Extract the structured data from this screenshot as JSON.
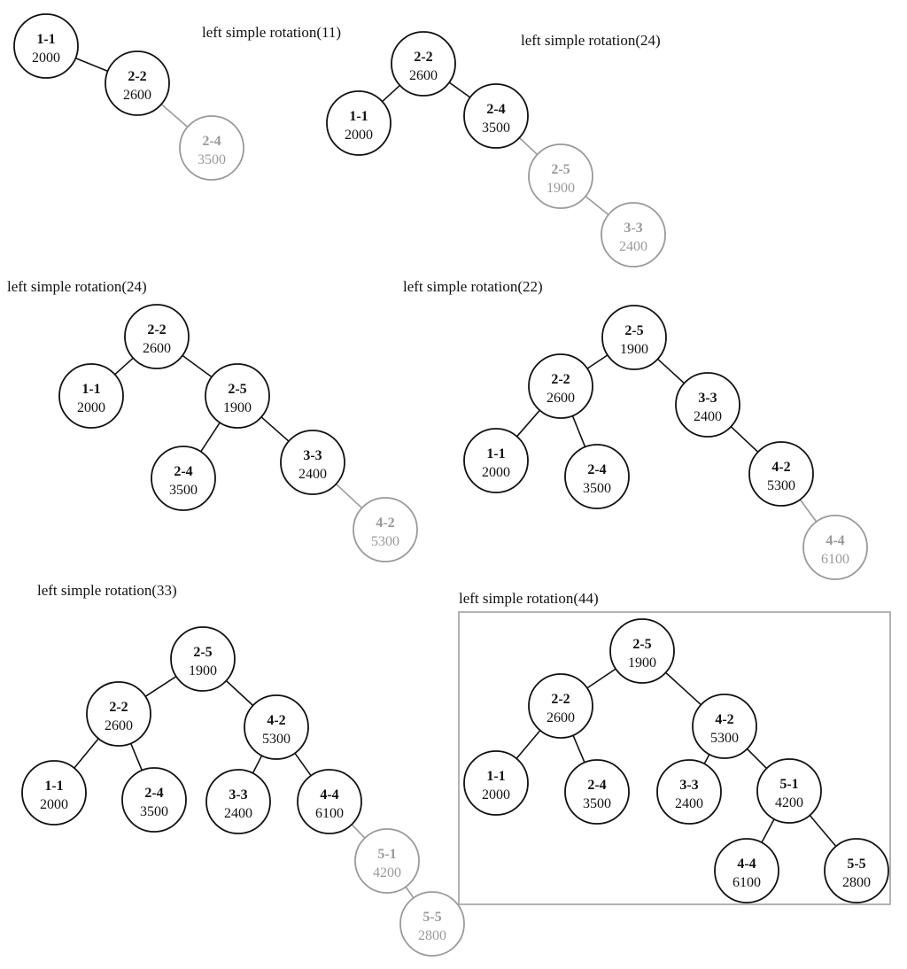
{
  "colors": {
    "active": "#111111",
    "pending": "#9a9a9a",
    "frame": "#9a9a9a"
  },
  "panels": [
    {
      "caption": "left simple rotation(11)",
      "nodes": [
        {
          "key": "n11",
          "id": "1-1",
          "value": "2000",
          "state": "active"
        },
        {
          "key": "n22",
          "id": "2-2",
          "value": "2600",
          "state": "active"
        },
        {
          "key": "n24",
          "id": "2-4",
          "value": "3500",
          "state": "pending"
        }
      ],
      "edges": [
        {
          "from": "n11",
          "to": "n22",
          "state": "active"
        },
        {
          "from": "n22",
          "to": "n24",
          "state": "pending"
        }
      ]
    },
    {
      "caption": "left simple rotation(24)",
      "nodes": [
        {
          "key": "n22",
          "id": "2-2",
          "value": "2600",
          "state": "active"
        },
        {
          "key": "n11",
          "id": "1-1",
          "value": "2000",
          "state": "active"
        },
        {
          "key": "n24",
          "id": "2-4",
          "value": "3500",
          "state": "active"
        },
        {
          "key": "n25",
          "id": "2-5",
          "value": "1900",
          "state": "pending"
        },
        {
          "key": "n33",
          "id": "3-3",
          "value": "2400",
          "state": "pending"
        }
      ],
      "edges": [
        {
          "from": "n22",
          "to": "n11",
          "state": "active"
        },
        {
          "from": "n22",
          "to": "n24",
          "state": "active"
        },
        {
          "from": "n24",
          "to": "n25",
          "state": "pending"
        },
        {
          "from": "n25",
          "to": "n33",
          "state": "pending"
        }
      ]
    },
    {
      "caption": "left simple rotation(24)",
      "nodes": [
        {
          "key": "n22",
          "id": "2-2",
          "value": "2600",
          "state": "active"
        },
        {
          "key": "n11",
          "id": "1-1",
          "value": "2000",
          "state": "active"
        },
        {
          "key": "n25",
          "id": "2-5",
          "value": "1900",
          "state": "active"
        },
        {
          "key": "n24",
          "id": "2-4",
          "value": "3500",
          "state": "active"
        },
        {
          "key": "n33",
          "id": "3-3",
          "value": "2400",
          "state": "active"
        },
        {
          "key": "n42",
          "id": "4-2",
          "value": "5300",
          "state": "pending"
        }
      ],
      "edges": [
        {
          "from": "n22",
          "to": "n11",
          "state": "active"
        },
        {
          "from": "n22",
          "to": "n25",
          "state": "active"
        },
        {
          "from": "n25",
          "to": "n24",
          "state": "active"
        },
        {
          "from": "n25",
          "to": "n33",
          "state": "active"
        },
        {
          "from": "n33",
          "to": "n42",
          "state": "pending"
        }
      ]
    },
    {
      "caption": "left simple rotation(22)",
      "nodes": [
        {
          "key": "n25",
          "id": "2-5",
          "value": "1900",
          "state": "active"
        },
        {
          "key": "n22",
          "id": "2-2",
          "value": "2600",
          "state": "active"
        },
        {
          "key": "n33",
          "id": "3-3",
          "value": "2400",
          "state": "active"
        },
        {
          "key": "n11",
          "id": "1-1",
          "value": "2000",
          "state": "active"
        },
        {
          "key": "n24",
          "id": "2-4",
          "value": "3500",
          "state": "active"
        },
        {
          "key": "n42",
          "id": "4-2",
          "value": "5300",
          "state": "active"
        },
        {
          "key": "n44",
          "id": "4-4",
          "value": "6100",
          "state": "pending"
        }
      ],
      "edges": [
        {
          "from": "n25",
          "to": "n22",
          "state": "active"
        },
        {
          "from": "n25",
          "to": "n33",
          "state": "active"
        },
        {
          "from": "n22",
          "to": "n11",
          "state": "active"
        },
        {
          "from": "n22",
          "to": "n24",
          "state": "active"
        },
        {
          "from": "n33",
          "to": "n42",
          "state": "active"
        },
        {
          "from": "n42",
          "to": "n44",
          "state": "pending"
        }
      ]
    },
    {
      "caption": "left simple rotation(33)",
      "nodes": [
        {
          "key": "n25",
          "id": "2-5",
          "value": "1900",
          "state": "active"
        },
        {
          "key": "n22",
          "id": "2-2",
          "value": "2600",
          "state": "active"
        },
        {
          "key": "n42",
          "id": "4-2",
          "value": "5300",
          "state": "active"
        },
        {
          "key": "n11",
          "id": "1-1",
          "value": "2000",
          "state": "active"
        },
        {
          "key": "n24",
          "id": "2-4",
          "value": "3500",
          "state": "active"
        },
        {
          "key": "n33",
          "id": "3-3",
          "value": "2400",
          "state": "active"
        },
        {
          "key": "n44",
          "id": "4-4",
          "value": "6100",
          "state": "active"
        },
        {
          "key": "n51",
          "id": "5-1",
          "value": "4200",
          "state": "pending"
        },
        {
          "key": "n55",
          "id": "5-5",
          "value": "2800",
          "state": "pending"
        }
      ],
      "edges": [
        {
          "from": "n25",
          "to": "n22",
          "state": "active"
        },
        {
          "from": "n25",
          "to": "n42",
          "state": "active"
        },
        {
          "from": "n22",
          "to": "n11",
          "state": "active"
        },
        {
          "from": "n22",
          "to": "n24",
          "state": "active"
        },
        {
          "from": "n42",
          "to": "n33",
          "state": "active"
        },
        {
          "from": "n42",
          "to": "n44",
          "state": "active"
        },
        {
          "from": "n44",
          "to": "n51",
          "state": "pending"
        },
        {
          "from": "n51",
          "to": "n55",
          "state": "pending"
        }
      ]
    },
    {
      "caption": "left simple rotation(44)",
      "framed": true,
      "nodes": [
        {
          "key": "n25",
          "id": "2-5",
          "value": "1900",
          "state": "active"
        },
        {
          "key": "n22",
          "id": "2-2",
          "value": "2600",
          "state": "active"
        },
        {
          "key": "n42",
          "id": "4-2",
          "value": "5300",
          "state": "active"
        },
        {
          "key": "n11",
          "id": "1-1",
          "value": "2000",
          "state": "active"
        },
        {
          "key": "n24",
          "id": "2-4",
          "value": "3500",
          "state": "active"
        },
        {
          "key": "n33",
          "id": "3-3",
          "value": "2400",
          "state": "active"
        },
        {
          "key": "n51",
          "id": "5-1",
          "value": "4200",
          "state": "active"
        },
        {
          "key": "n44",
          "id": "4-4",
          "value": "6100",
          "state": "active"
        },
        {
          "key": "n55",
          "id": "5-5",
          "value": "2800",
          "state": "active"
        }
      ],
      "edges": [
        {
          "from": "n25",
          "to": "n22",
          "state": "active"
        },
        {
          "from": "n25",
          "to": "n42",
          "state": "active"
        },
        {
          "from": "n22",
          "to": "n11",
          "state": "active"
        },
        {
          "from": "n22",
          "to": "n24",
          "state": "active"
        },
        {
          "from": "n42",
          "to": "n33",
          "state": "active"
        },
        {
          "from": "n42",
          "to": "n51",
          "state": "active"
        },
        {
          "from": "n51",
          "to": "n44",
          "state": "active"
        },
        {
          "from": "n51",
          "to": "n55",
          "state": "active"
        }
      ]
    }
  ]
}
